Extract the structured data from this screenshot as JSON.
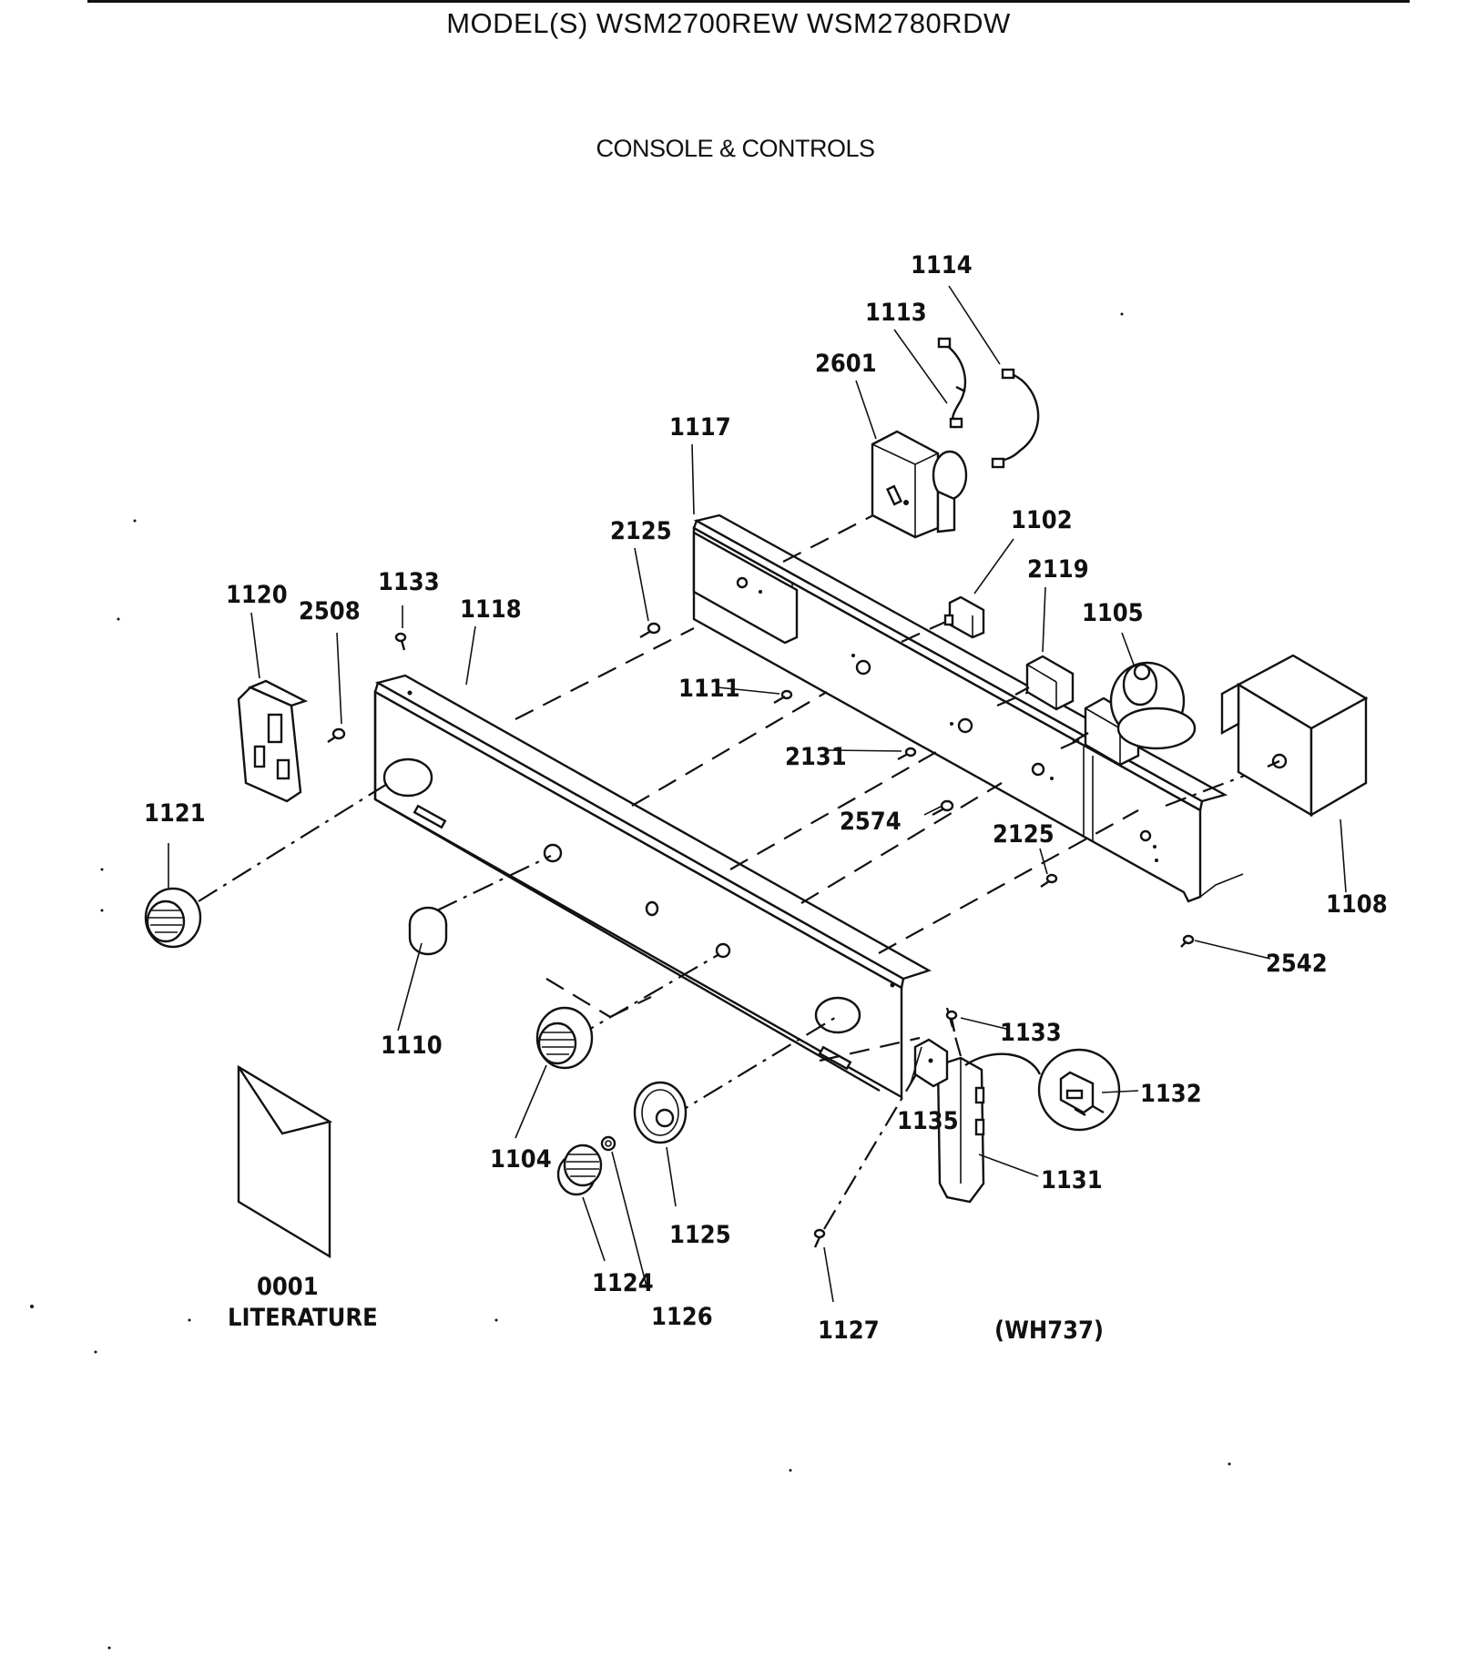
{
  "header": {
    "model_line": "MODEL(S) WSM2700REW  WSM2780RDW",
    "section_title": "CONSOLE & CONTROLS"
  },
  "diagram": {
    "reference_code": "(WH737)",
    "literature": {
      "part": "0001",
      "label": "LITERATURE"
    },
    "part_labels": {
      "p1114": "1114",
      "p1113": "1113",
      "p2601": "2601",
      "p1117": "1117",
      "p2125a": "2125",
      "p1102": "1102",
      "p2119": "2119",
      "p1105": "1105",
      "p1120": "1120",
      "p2508": "2508",
      "p1133a": "1133",
      "p1118": "1118",
      "p1111": "1111",
      "p2131": "2131",
      "p2574": "2574",
      "p2125b": "2125",
      "p1108": "1108",
      "p1121": "1121",
      "p2542": "2542",
      "p1110": "1110",
      "p1133b": "1133",
      "p1132": "1132",
      "p1135": "1135",
      "p1104": "1104",
      "p1131": "1131",
      "p1125": "1125",
      "p1124": "1124",
      "p1126": "1126",
      "p1127": "1127"
    }
  }
}
